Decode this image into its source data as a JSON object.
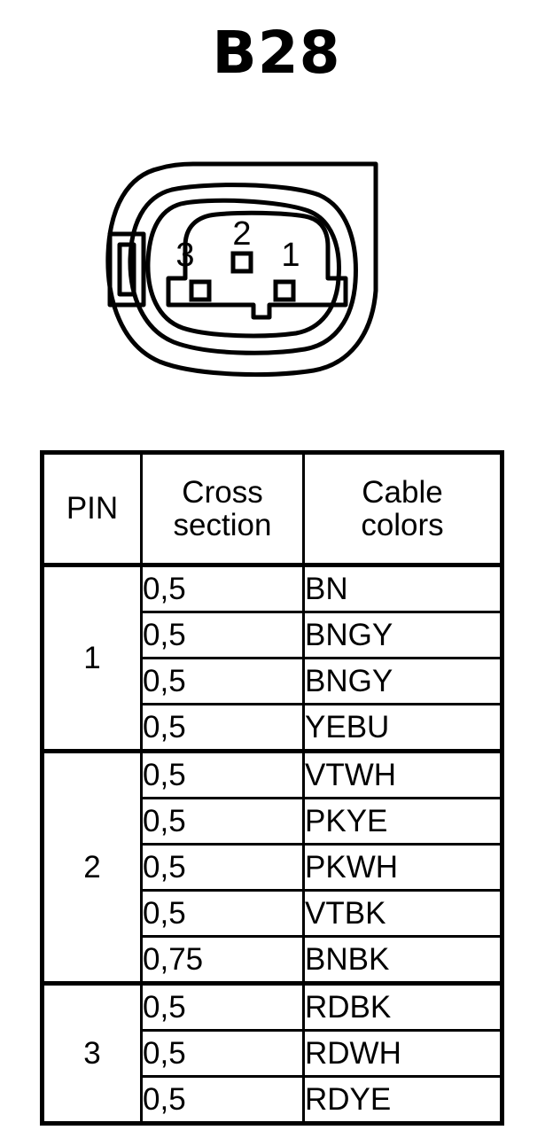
{
  "title": "B28",
  "connector": {
    "name": "3-pin automotive connector face view",
    "pin_labels": [
      "3",
      "2",
      "1"
    ],
    "pin_count": 3,
    "line_color": "#000000",
    "fill_color": "#ffffff"
  },
  "table": {
    "headers": {
      "pin": "PIN",
      "cross_section_line1": "Cross",
      "cross_section_line2": "section",
      "cable_colors_line1": "Cable",
      "cable_colors_line2": "colors"
    },
    "groups": [
      {
        "pin": "1",
        "rows": [
          {
            "cross_section": "0,5",
            "color": "BN"
          },
          {
            "cross_section": "0,5",
            "color": "BNGY"
          },
          {
            "cross_section": "0,5",
            "color": "BNGY"
          },
          {
            "cross_section": "0,5",
            "color": "YEBU"
          }
        ]
      },
      {
        "pin": "2",
        "rows": [
          {
            "cross_section": "0,5",
            "color": "VTWH"
          },
          {
            "cross_section": "0,5",
            "color": "PKYE"
          },
          {
            "cross_section": "0,5",
            "color": "PKWH"
          },
          {
            "cross_section": "0,5",
            "color": "VTBK"
          },
          {
            "cross_section": "0,75",
            "color": "BNBK"
          }
        ]
      },
      {
        "pin": "3",
        "rows": [
          {
            "cross_section": "0,5",
            "color": "RDBK"
          },
          {
            "cross_section": "0,5",
            "color": "RDWH"
          },
          {
            "cross_section": "0,5",
            "color": "RDYE"
          }
        ]
      }
    ]
  }
}
